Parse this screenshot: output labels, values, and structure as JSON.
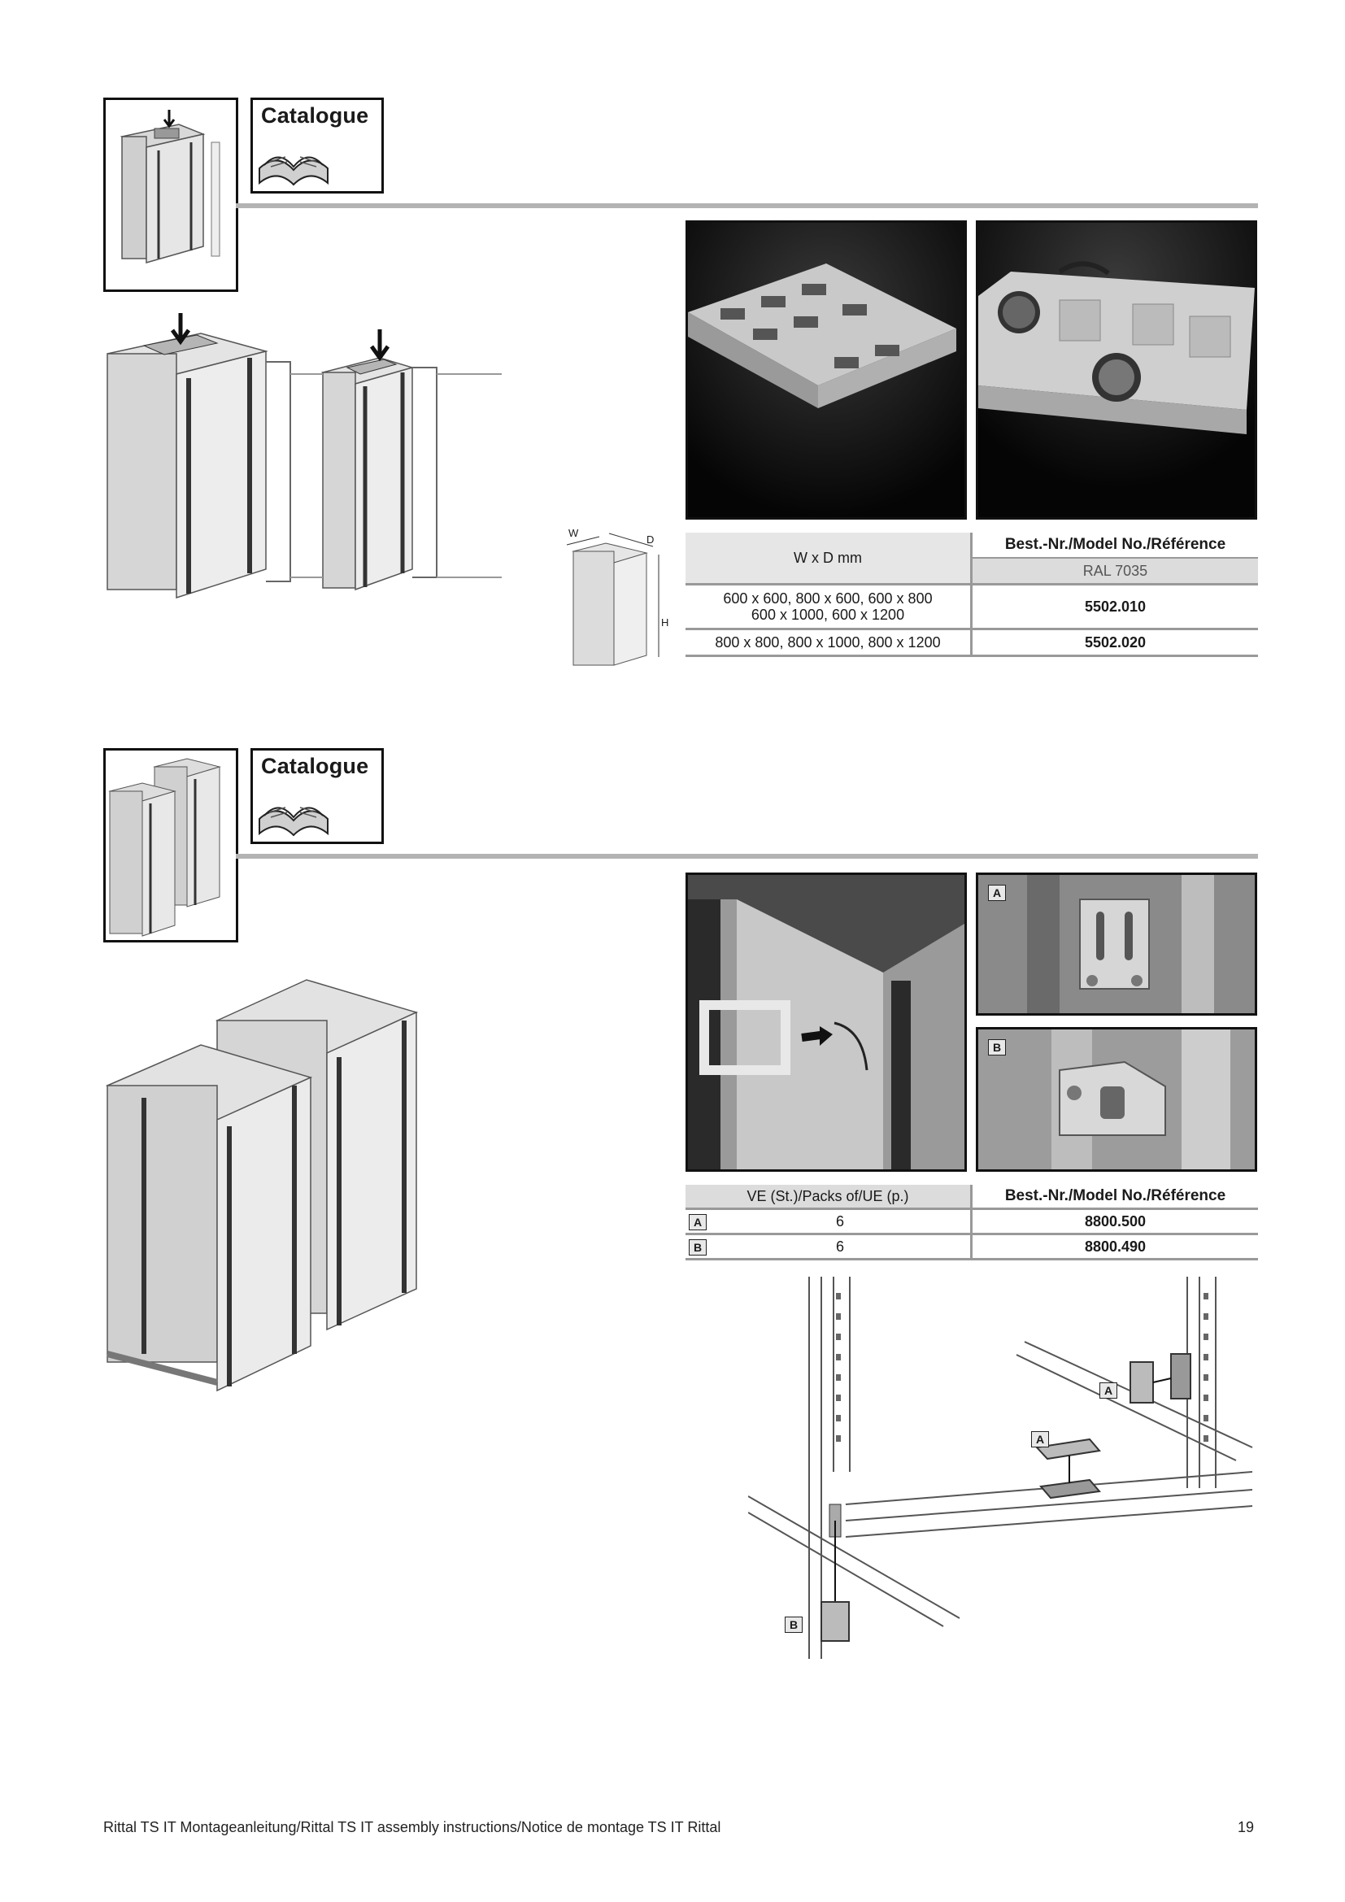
{
  "section1": {
    "catalogue_label": "Catalogue",
    "dimension_labels": {
      "w": "W",
      "d": "D",
      "h": "H"
    },
    "table": {
      "col1_header": "W x D mm",
      "col2_header": "Best.-Nr./Model No./Référence",
      "col2_subheader": "RAL 7035",
      "rows": [
        {
          "size_line1": "600 x 600, 800 x 600, 600 x 800",
          "size_line2": "600 x 1000, 600 x 1200",
          "model": "5502.010"
        },
        {
          "size_line1": "800 x 800, 800 x 1000, 800 x 1200",
          "model": "5502.020"
        }
      ]
    }
  },
  "section2": {
    "catalogue_label": "Catalogue",
    "photo_labels": {
      "a": "A",
      "b": "B"
    },
    "table": {
      "col1_header": "VE (St.)/Packs of/UE (p.)",
      "col2_header": "Best.-Nr./Model No./Référence",
      "rows": [
        {
          "letter": "A",
          "qty": "6",
          "model": "8800.500"
        },
        {
          "letter": "B",
          "qty": "6",
          "model": "8800.490"
        }
      ]
    },
    "diagram_labels": {
      "a1": "A",
      "a2": "A",
      "b": "B"
    }
  },
  "footer": {
    "text": "Rittal TS IT Montageanleitung/Rittal TS IT assembly instructions/Notice de montage TS IT Rittal",
    "page_number": "19"
  },
  "colors": {
    "rule": "#b3b3b3",
    "table_header": "#dcdcdc",
    "photo_bg": "#111111",
    "panel_grey": "#c8c8c8"
  }
}
